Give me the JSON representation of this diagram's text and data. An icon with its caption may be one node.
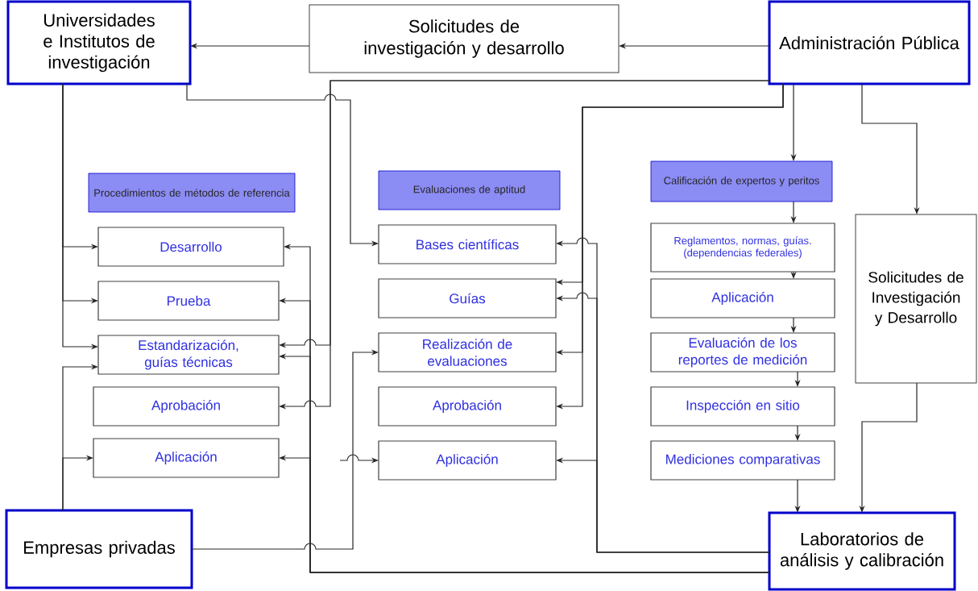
{
  "diagram": {
    "nodes": [
      {
        "text": [
          "Universidades e Institutos de investigación"
        ]
      },
      {
        "text": [
          "Solicitudes de investigación y desarrollo"
        ]
      },
      {
        "text": [
          "Administración Pública"
        ]
      },
      {
        "text": [
          "Procedimientos de métodos de referencia"
        ]
      },
      {
        "text": [
          "Desarrollo"
        ]
      },
      {
        "text": [
          "Prueba"
        ]
      },
      {
        "text": [
          "Estandarización, guías técnicas"
        ]
      },
      {
        "text": [
          "Aprobación"
        ]
      },
      {
        "text": [
          "Aplicación"
        ]
      },
      {
        "text": [
          "Evaluaciones de aptitud"
        ]
      },
      {
        "text": [
          "Bases científicas"
        ]
      },
      {
        "text": [
          "Guías"
        ]
      },
      {
        "text": [
          "Realización de evaluaciones"
        ]
      },
      {
        "text": [
          "Aprobación"
        ]
      },
      {
        "text": [
          "Aplicación"
        ]
      },
      {
        "text": [
          "Calificación de  expertos y peritos"
        ]
      },
      {
        "text": [
          "Reglamentos, normas, guías. (dependencias federales)"
        ]
      },
      {
        "text": [
          "Aplicación"
        ]
      },
      {
        "text": [
          "Evaluación de los reportes de medición"
        ]
      },
      {
        "text": [
          "Inspección en sitio"
        ]
      },
      {
        "text": [
          "Mediciones comparativas"
        ]
      },
      {
        "text": [
          "Solicitudes de Investigación y Desarrollo"
        ]
      },
      {
        "text": [
          "Empresas privadas"
        ]
      },
      {
        "text": [
          "Laboratorios de análisis y calibración"
        ]
      }
    ],
    "edges": [
      {
        "from": 2,
        "to": 1,
        "arrow": "to"
      },
      {
        "from": 1,
        "to": 0,
        "arrow": "to"
      },
      {
        "from": 0,
        "to": 4,
        "arrow": "to"
      },
      {
        "from": 0,
        "to": 5,
        "arrow": "to"
      },
      {
        "from": 0,
        "to": 6,
        "arrow": "to"
      },
      {
        "from": 22,
        "to": 6,
        "arrow": "to"
      },
      {
        "from": 22,
        "to": 8,
        "arrow": "to"
      },
      {
        "from": 0,
        "to": 10,
        "arrow": "to"
      },
      {
        "from": 2,
        "to": 6,
        "arrow": "to"
      },
      {
        "from": 2,
        "to": 7,
        "arrow": "to"
      },
      {
        "from": 2,
        "to": 11,
        "arrow": "to"
      },
      {
        "from": 2,
        "to": 12,
        "arrow": "to"
      },
      {
        "from": 2,
        "to": 13,
        "arrow": "to"
      },
      {
        "from": 23,
        "to": 10,
        "arrow": "to"
      },
      {
        "from": 23,
        "to": 11,
        "arrow": "to"
      },
      {
        "from": 23,
        "to": 14,
        "arrow": "to"
      },
      {
        "from": 23,
        "to": 4,
        "arrow": "to"
      },
      {
        "from": 23,
        "to": 5,
        "arrow": "to"
      },
      {
        "from": 23,
        "to": 6,
        "arrow": "to"
      },
      {
        "from": 23,
        "to": 8,
        "arrow": "to"
      },
      {
        "from": 22,
        "to": 12,
        "arrow": "to"
      },
      {
        "from": null,
        "to": 14,
        "arrow": "to"
      },
      {
        "from": 2,
        "to": 15,
        "arrow": "to"
      },
      {
        "from": 15,
        "to": 16,
        "arrow": "to"
      },
      {
        "from": 16,
        "to": 17,
        "arrow": "to"
      },
      {
        "from": 17,
        "to": 18,
        "arrow": "to"
      },
      {
        "from": 18,
        "to": 19,
        "arrow": "to"
      },
      {
        "from": 19,
        "to": 20,
        "arrow": "to"
      },
      {
        "from": 20,
        "to": 23,
        "arrow": "to"
      },
      {
        "from": 2,
        "to": 21,
        "arrow": "to"
      },
      {
        "from": 21,
        "to": 23,
        "arrow": "to"
      }
    ]
  }
}
